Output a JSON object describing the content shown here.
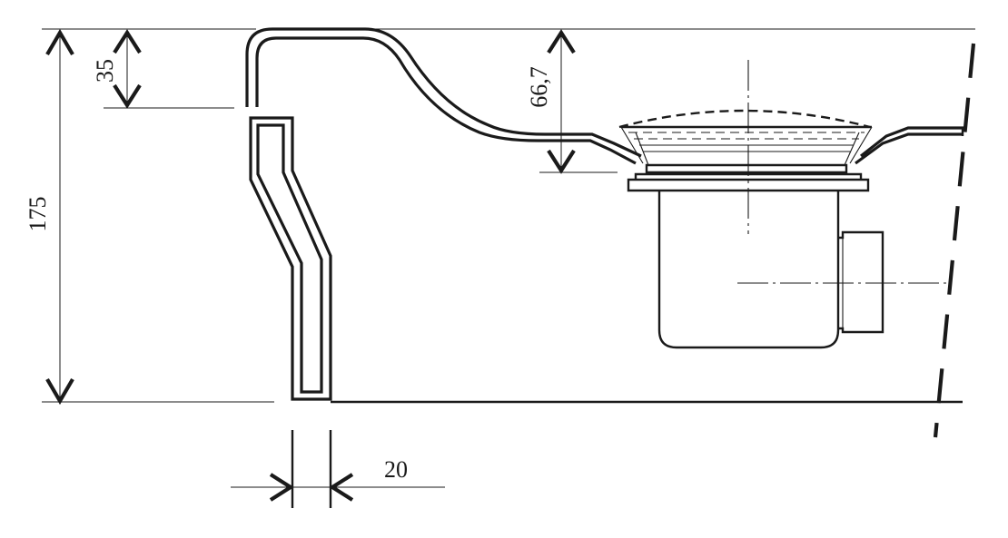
{
  "diagram": {
    "dimensions": {
      "overall_height": "175",
      "rim_depth": "35",
      "drain_depth": "66,7",
      "wall_thickness": "20"
    }
  }
}
